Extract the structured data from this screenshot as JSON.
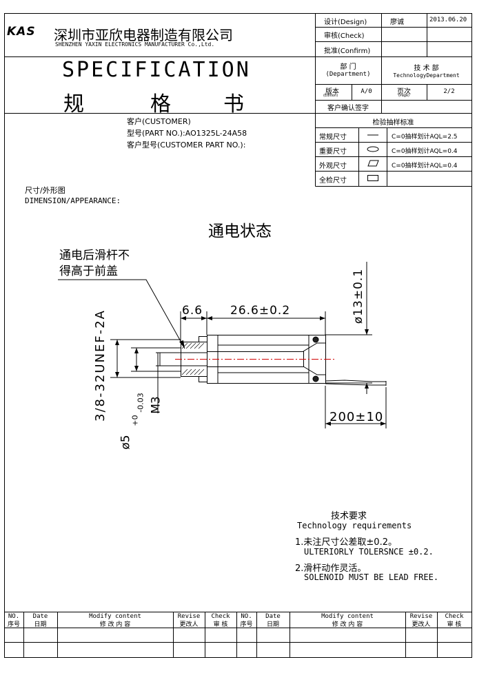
{
  "header": {
    "logo": "KAS",
    "company_cn": "深圳市亚欣电器制造有限公司",
    "company_en": "SHENZHEN  YAXIN  ELECTRONICS  MANUFACTURER  Co.,Ltd.",
    "title_en": "SPECIFICATION",
    "title_cn": [
      "规",
      "格",
      "书"
    ],
    "approval": {
      "design_label": "设计(Design)",
      "design_name": "廖诚",
      "design_date": "2013.06.20",
      "check_label": "审核(Check)",
      "confirm_label": "批准(Confirm)",
      "dept_label_cn": "部    门",
      "dept_label_en": "(Department)",
      "dept_value_cn": "技    术    部",
      "dept_value_en": "TechnologyDepartment",
      "edition_cn": "版本",
      "edition_en": "(Edition)",
      "edition_value": "A/0",
      "page_cn": "页次",
      "page_en": "(Page)",
      "page_value": "2/2",
      "customer_confirm": "客户确认签字"
    }
  },
  "customer": {
    "customer_label": "客户(CUSTOMER)",
    "part_no": "型号(PART NO.):AO1325L-24A58",
    "customer_part_no": "客户型号(CUSTOMER PART NO.):"
  },
  "inspection": {
    "title": "检验抽样标准",
    "rows": [
      {
        "label": "常规尺寸",
        "symbol": "line",
        "standard": "C=0抽样划计AQL=2.5"
      },
      {
        "label": "重要尺寸",
        "symbol": "ellipse",
        "standard": "C=0抽样划计AQL=0.4"
      },
      {
        "label": "外观尺寸",
        "symbol": "parallelogram",
        "standard": "C=0抽样划计AQL=0.4"
      },
      {
        "label": "全检尺寸",
        "symbol": "rectangle",
        "standard": ""
      }
    ]
  },
  "dimension": {
    "label_cn": "尺寸/外形图",
    "label_en": "DIMENSION/APPEARANCE:",
    "drawing_title": "通电状态",
    "note_line1": "通电后滑杆不",
    "note_line2": "得高于前盖",
    "dims": {
      "d1": "6.6",
      "d2": "26.6±0.2",
      "d3": "ø13±0.1",
      "d4": "200±10",
      "thread": "3/8-32UNEF-2A",
      "shaft": "ø5",
      "shaft_tol_upper": "+0",
      "shaft_tol_lower": "-0.03",
      "m3": "M3"
    }
  },
  "requirements": {
    "title_cn": "技术要求",
    "title_en": "Technology   requirements",
    "item1_cn": "1.未注尺寸公差取±0.2。",
    "item1_en": "ULTERIORLY TOLERSNCE ±0.2.",
    "item2_cn": "2.滑杆动作灵活。",
    "item2_en": "SOLENOID MUST BE LEAD FREE."
  },
  "revision": {
    "headers": [
      {
        "en": "NO.",
        "cn": "序号"
      },
      {
        "en": "Date",
        "cn": "日期"
      },
      {
        "en": "Modify content",
        "cn": "修 改 内 容"
      },
      {
        "en": "Revise",
        "cn": "更改人"
      },
      {
        "en": "Check",
        "cn": "审 核"
      },
      {
        "en": "NO.",
        "cn": "序号"
      },
      {
        "en": "Date",
        "cn": "日期"
      },
      {
        "en": "Modify content",
        "cn": "修 改 内 容"
      },
      {
        "en": "Revise",
        "cn": "更改人"
      },
      {
        "en": "Check",
        "cn": "审 核"
      }
    ]
  }
}
